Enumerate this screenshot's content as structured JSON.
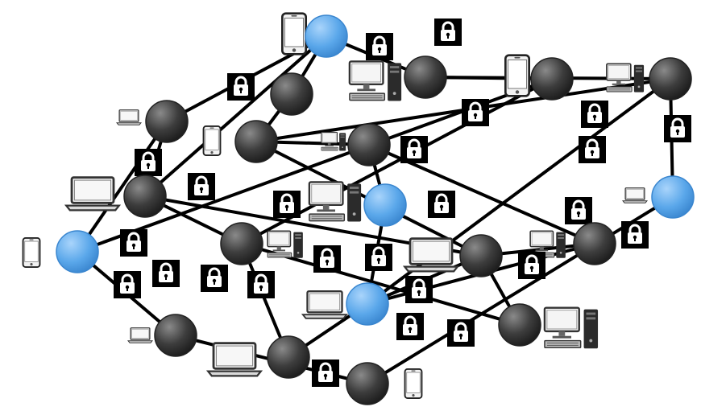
{
  "diagram": {
    "node_colors": {
      "relay": "#444444",
      "access": "#5aa7ea"
    },
    "edge_color": "#000000",
    "icons": [
      "phone-icon",
      "laptop-icon",
      "desktop-computer-icon",
      "padlock-icon"
    ],
    "nodes": [
      {
        "id": "n1",
        "type": "access",
        "device": "phone"
      },
      {
        "id": "n2",
        "type": "relay",
        "device": "desktop"
      },
      {
        "id": "n3",
        "type": "relay",
        "device": "phone"
      },
      {
        "id": "n4",
        "type": "relay",
        "device": "laptop"
      },
      {
        "id": "n5",
        "type": "relay",
        "device": "phone"
      },
      {
        "id": "n6",
        "type": "relay",
        "device": "laptop"
      },
      {
        "id": "n7",
        "type": "relay",
        "device": "phone"
      },
      {
        "id": "n8",
        "type": "relay",
        "device": "desktop"
      },
      {
        "id": "n9",
        "type": "relay",
        "device": "desktop"
      },
      {
        "id": "n10",
        "type": "access",
        "device": "desktop"
      },
      {
        "id": "n11",
        "type": "access",
        "device": "phone"
      },
      {
        "id": "n12",
        "type": "access",
        "device": "laptop"
      },
      {
        "id": "n13",
        "type": "relay",
        "device": "laptop"
      },
      {
        "id": "n14",
        "type": "relay",
        "device": "desktop"
      },
      {
        "id": "n15",
        "type": "relay",
        "device": "laptop"
      },
      {
        "id": "n16",
        "type": "relay",
        "device": "laptop"
      },
      {
        "id": "n17",
        "type": "relay",
        "device": "phone"
      },
      {
        "id": "n18",
        "type": "relay",
        "device": "desktop"
      },
      {
        "id": "n19",
        "type": "access",
        "device": "laptop"
      },
      {
        "id": "n20",
        "type": "relay",
        "device": "desktop"
      }
    ],
    "edges": [
      [
        "n1",
        "n4"
      ],
      [
        "n1",
        "n2"
      ],
      [
        "n1",
        "n3"
      ],
      [
        "n1",
        "n6"
      ],
      [
        "n3",
        "n5"
      ],
      [
        "n5",
        "n8"
      ],
      [
        "n5",
        "n9"
      ],
      [
        "n5",
        "n13"
      ],
      [
        "n8",
        "n10"
      ],
      [
        "n8",
        "n18"
      ],
      [
        "n10",
        "n12"
      ],
      [
        "n12",
        "n16"
      ],
      [
        "n12",
        "n13"
      ],
      [
        "n12",
        "n9"
      ],
      [
        "n12",
        "n18"
      ],
      [
        "n13",
        "n18"
      ],
      [
        "n13",
        "n20"
      ],
      [
        "n2",
        "n7"
      ],
      [
        "n7",
        "n14"
      ],
      [
        "n14",
        "n20"
      ],
      [
        "n7",
        "n11"
      ],
      [
        "n4",
        "n6"
      ],
      [
        "n4",
        "n11"
      ],
      [
        "n6",
        "n14"
      ],
      [
        "n11",
        "n15"
      ],
      [
        "n6",
        "n13"
      ],
      [
        "n2",
        "n9"
      ],
      [
        "n16",
        "n14"
      ],
      [
        "n15",
        "n17"
      ],
      [
        "n9",
        "n19"
      ],
      [
        "n17",
        "n19"
      ]
    ]
  }
}
